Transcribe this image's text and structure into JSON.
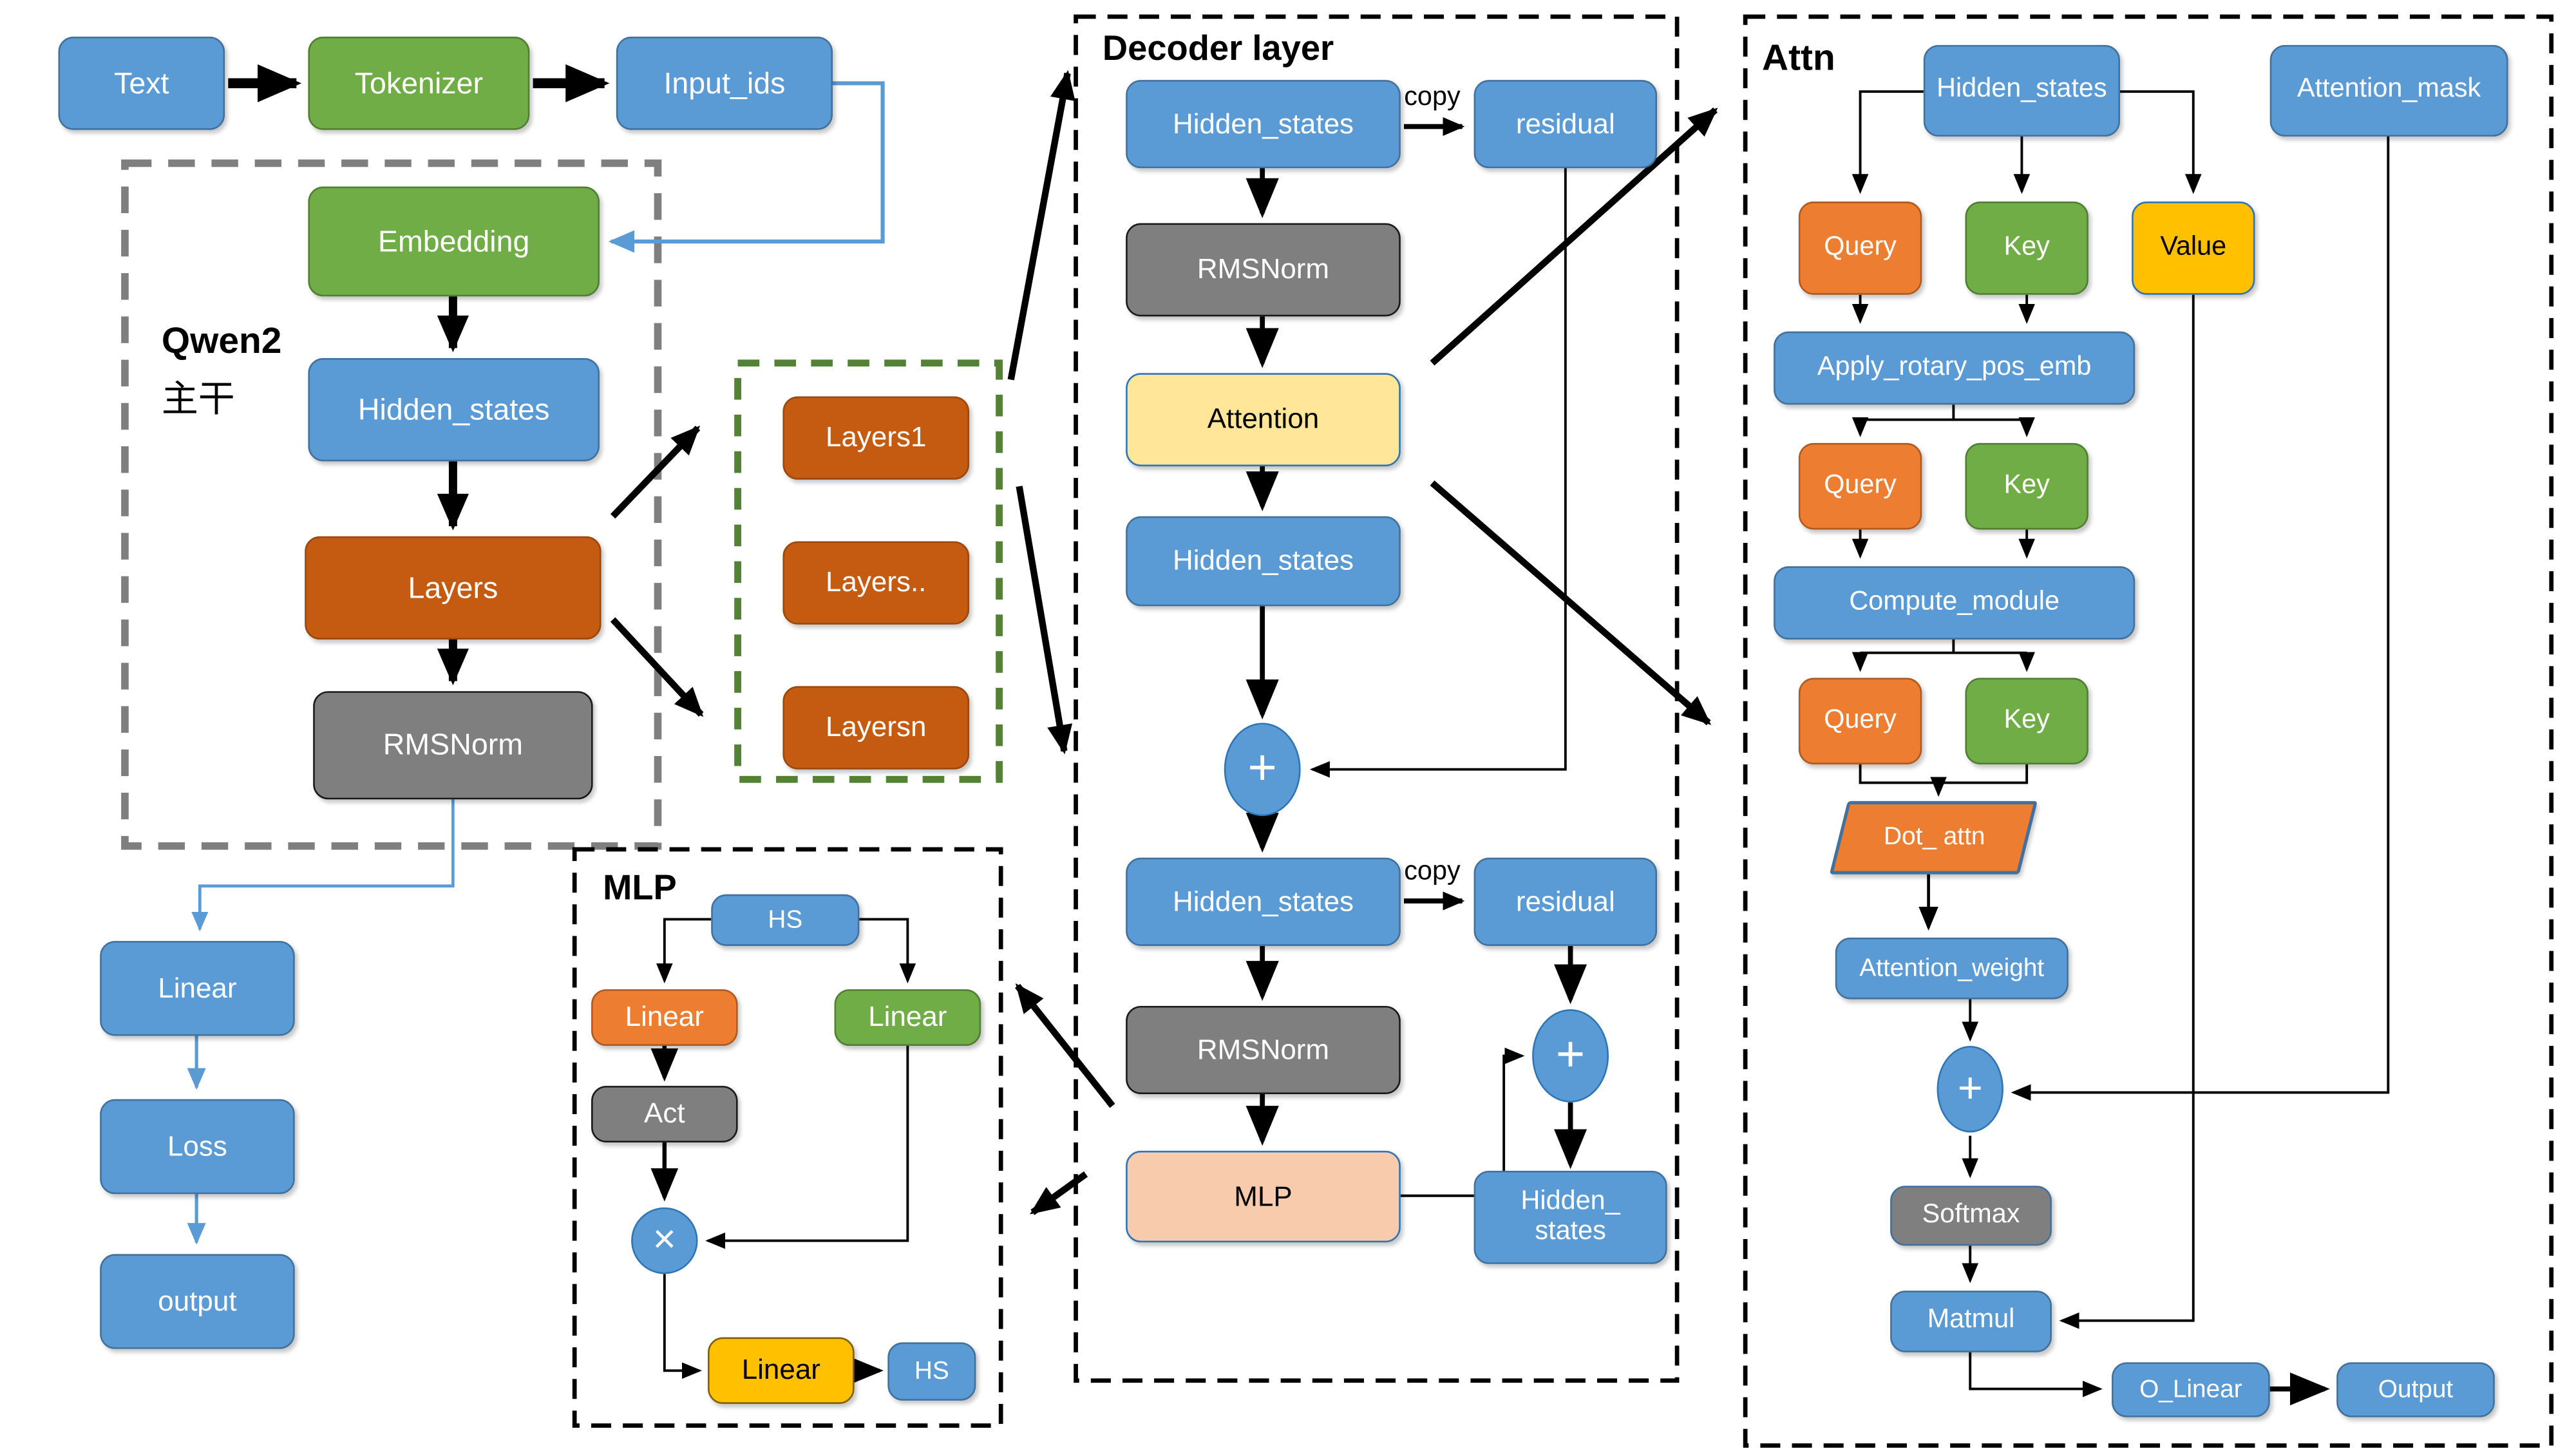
{
  "colors": {
    "node_blue": "#5B9BD5",
    "node_blue_border": "#41719C",
    "node_green": "#70AD47",
    "node_green_border": "#507E32",
    "node_dark_orange": "#C55A11",
    "node_orange": "#ED7D31",
    "node_gray": "#7F7F7F",
    "node_yellow": "#FFC000",
    "attention_fill": "#FFE699",
    "mlp_fill": "#F8CBAD",
    "frame_gray_dash": "#7F7F7F",
    "frame_green_dash": "#538135",
    "frame_black_dash": "#000000",
    "wire_blue": "#5B9BD5",
    "wire_black": "#000000"
  },
  "pipeline": {
    "text": "Text",
    "tokenizer": "Tokenizer",
    "input_ids": "Input_ids"
  },
  "qwen2": {
    "title": "Qwen2",
    "subtitle": "主干",
    "embedding": "Embedding",
    "hidden_states": "Hidden_states",
    "layers": "Layers",
    "rmsnorm": "RMSNorm"
  },
  "head": {
    "linear": "Linear",
    "loss": "Loss",
    "output": "output"
  },
  "layers_stack": {
    "layer1": "Layers1",
    "layer_mid": "Layers..",
    "layer_n": "Layersn"
  },
  "decoder": {
    "title": "Decoder layer",
    "hidden_states_in": "Hidden_states",
    "copy": "copy",
    "residual": "residual",
    "rmsnorm": "RMSNorm",
    "attention": "Attention",
    "hidden_states_mid": "Hidden_states",
    "plus": "+",
    "hidden_states_post": "Hidden_states",
    "copy2": "copy",
    "residual2": "residual",
    "rmsnorm2": "RMSNorm",
    "mlp": "MLP",
    "plus2": "+",
    "hidden_states_out_line1": "Hidden_",
    "hidden_states_out_line2": "states"
  },
  "mlp": {
    "title": "MLP",
    "hs_in": "HS",
    "linear_gate": "Linear",
    "linear_up": "Linear",
    "act": "Act",
    "multiply": "×",
    "linear_down": "Linear",
    "hs_out": "HS"
  },
  "attn": {
    "title": "Attn",
    "hidden_states": "Hidden_states",
    "attention_mask": "Attention_mask",
    "query1": "Query",
    "key1": "Key",
    "value": "Value",
    "rotary": "Apply_rotary_pos_emb",
    "query2": "Query",
    "key2": "Key",
    "compute": "Compute_module",
    "query3": "Query",
    "key3": "Key",
    "dot_attn": "Dot_ attn",
    "attention_weight": "Attention_weight",
    "plus": "+",
    "softmax": "Softmax",
    "matmul": "Matmul",
    "o_linear": "O_Linear",
    "output": "Output"
  }
}
